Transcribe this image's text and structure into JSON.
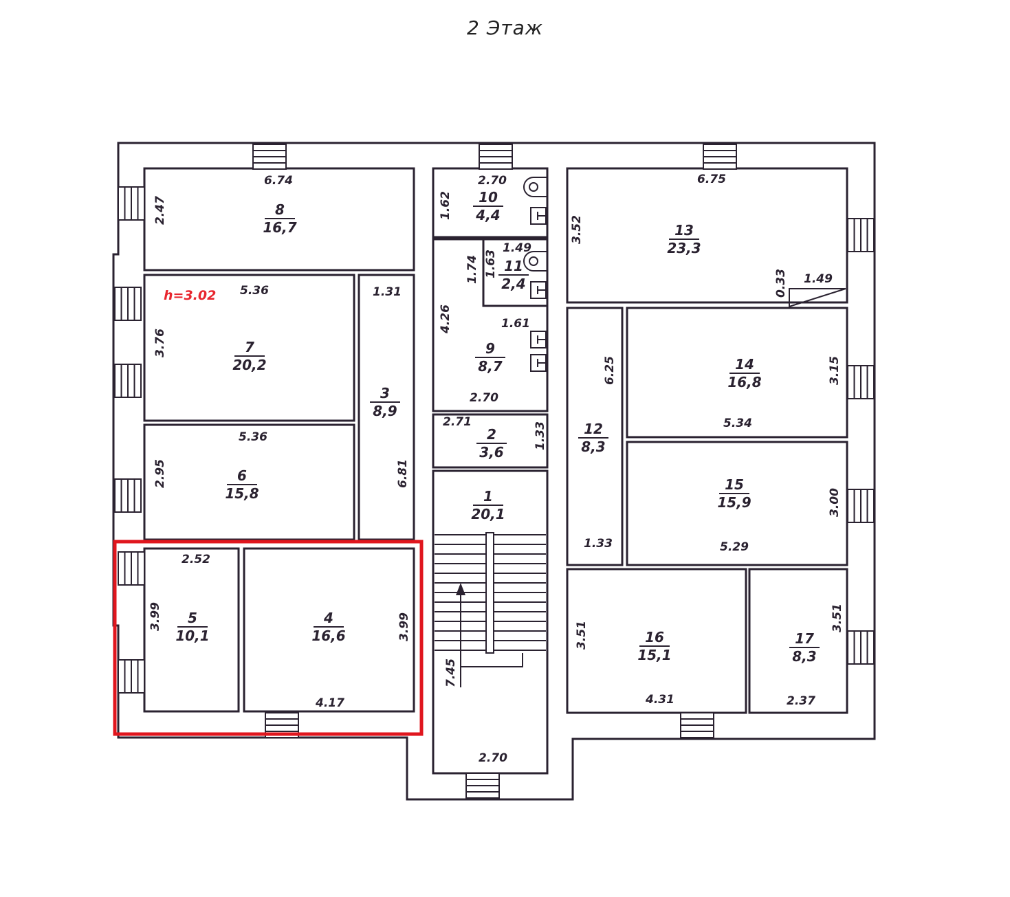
{
  "title": "2 Этаж",
  "ceiling_height": "h=3.02",
  "highlight_color": "#e0161e",
  "rooms": [
    {
      "number": "1",
      "area": "20,1"
    },
    {
      "number": "2",
      "area": "3,6"
    },
    {
      "number": "3",
      "area": "8,9"
    },
    {
      "number": "4",
      "area": "16,6"
    },
    {
      "number": "5",
      "area": "10,1"
    },
    {
      "number": "6",
      "area": "15,8"
    },
    {
      "number": "7",
      "area": "20,2"
    },
    {
      "number": "8",
      "area": "16,7"
    },
    {
      "number": "9",
      "area": "8,7"
    },
    {
      "number": "10",
      "area": "4,4"
    },
    {
      "number": "11",
      "area": "2,4"
    },
    {
      "number": "12",
      "area": "8,3"
    },
    {
      "number": "13",
      "area": "23,3"
    },
    {
      "number": "14",
      "area": "16,8"
    },
    {
      "number": "15",
      "area": "15,9"
    },
    {
      "number": "16",
      "area": "15,1"
    },
    {
      "number": "17",
      "area": "8,3"
    }
  ],
  "dimensions": [
    "6.74",
    "2.47",
    "5.36",
    "1.31",
    "3.76",
    "5.36",
    "2.95",
    "6.81",
    "2.52",
    "3.99",
    "3.99",
    "4.17",
    "2.70",
    "1.62",
    "1.49",
    "1.74",
    "1.63",
    "1.61",
    "4.26",
    "2.70",
    "2.71",
    "1.33",
    "7.45",
    "2.70",
    "6.75",
    "3.52",
    "0.33",
    "1.49",
    "6.25",
    "3.15",
    "5.34",
    "3.00",
    "1.33",
    "5.29",
    "3.51",
    "4.31",
    "3.51",
    "2.37"
  ]
}
